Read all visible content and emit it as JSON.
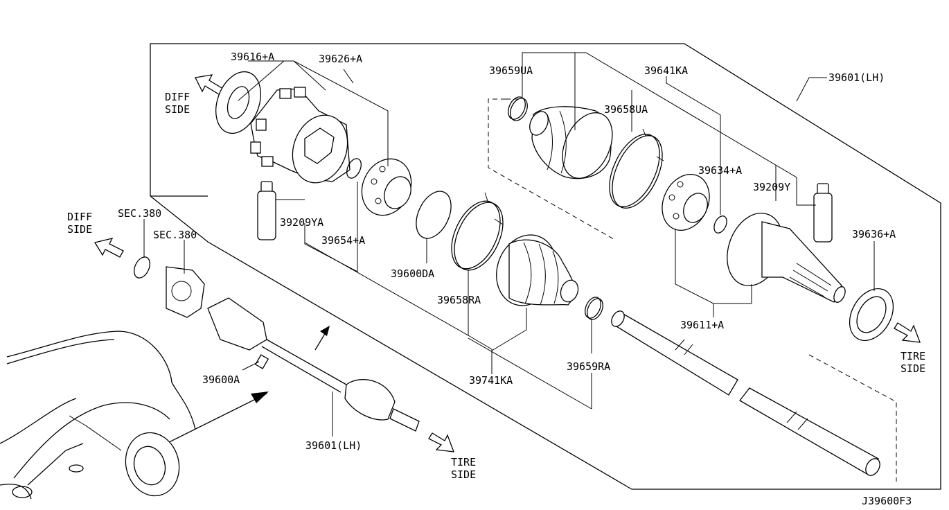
{
  "diagram": {
    "code": "J39600F3",
    "side_labels": {
      "diff_side_top_1": "DIFF",
      "diff_side_top_2": "SIDE",
      "diff_side_left_1": "DIFF",
      "diff_side_left_2": "SIDE",
      "tire_side_right_1": "TIRE",
      "tire_side_right_2": "SIDE",
      "tire_side_bottom_1": "TIRE",
      "tire_side_bottom_2": "SIDE"
    },
    "part_labels": {
      "p39616A": "39616+A",
      "p39626A": "39626+A",
      "p39659UA": "39659UA",
      "p39641KA": "39641KA",
      "p39601LH_top": "39601(LH)",
      "p39658UA": "39658UA",
      "p39634A": "39634+A",
      "p39209Y": "39209Y",
      "p39209YA": "39209YA",
      "p39654A": "39654+A",
      "p39600DA": "39600DA",
      "p39636A": "39636+A",
      "p39658RA": "39658RA",
      "p39611A": "39611+A",
      "p39741KA": "39741KA",
      "p39659RA": "39659RA",
      "p39600A": "39600A",
      "p39601LH_bottom": "39601(LH)",
      "sec380_a": "SEC.380",
      "sec380_b": "SEC.380"
    }
  }
}
